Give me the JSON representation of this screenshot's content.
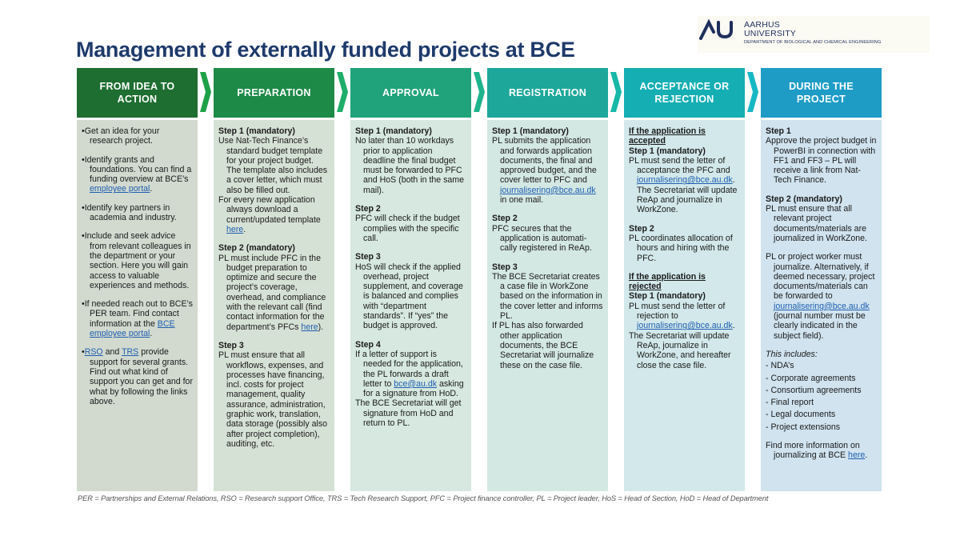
{
  "logo": {
    "name": "AARHUS\nUNIVERSITY",
    "department": "DEPARTMENT OF BIOLOGICAL AND CHEMICAL ENGINEERING"
  },
  "title": "Management of externally funded projects at BCE",
  "colors": {
    "title": "#1e3a6b",
    "header_1": "#1e6e31",
    "header_2": "#1e8a48",
    "header_3": "#20a27a",
    "header_4": "#1da79a",
    "header_5": "#15aeb3",
    "header_6": "#1e9cc6",
    "body_1": "#d2dad0",
    "body_2": "#d6e1d5",
    "body_3": "#d6e8df",
    "body_4": "#d4e8e3",
    "body_5": "#d2e8ea",
    "body_6": "#d0e3ef",
    "link": "#1f5fb0"
  },
  "columns": {
    "c1": {
      "header": "FROM IDEA TO ACTION",
      "b1": "•Get an idea for your research project.",
      "b2a": "•Identify grants and foundations. You can find a funding overview at BCE’s ",
      "b2link": "employee portal",
      "b2b": ".",
      "b3": "•Identify key partners in academia and industry.",
      "b4": "•Include and seek advice from relevant colleagues in the department or your section. Here you will gain access to valuable experiences and methods.",
      "b5a": "•If needed reach out to BCE’s PER team. Find contact information at the ",
      "b5link": "BCE employee portal",
      "b5b": ".",
      "b6bullet": "•",
      "b6link1": "RSO",
      "b6and": " and ",
      "b6link2": "TRS",
      "b6rest": " provide support for several grants. Find out what kind of support you can get and for what by following the links above."
    },
    "c2": {
      "header": "PREPARATION",
      "s1title": "Step 1 (mandatory)",
      "s1text": "Use Nat-Tech Finance’s standard budget template for your project budget. The template also includes a cover letter, which must also be filled out.",
      "s1text2a": "For every new application always download a current/updated template ",
      "s1link": "here",
      "s1text2b": ".",
      "s2title": "Step 2 (mandatory)",
      "s2texta": "PL must include PFC in the budget preparation to optimize and secure the project’s coverage, overhead, and compliance with the relevant call (find contact information for the department’s PFCs ",
      "s2link": "here",
      "s2textb": ").",
      "s3title": "Step 3",
      "s3text": "PL must ensure that all workflows, expenses, and processes have financing, incl. costs for project management, quality assurance, administration, graphic work, translation, data storage (possibly also after project completion), auditing, etc."
    },
    "c3": {
      "header": "APPROVAL",
      "s1title": "Step 1 (mandatory)",
      "s1text": "No later than 10 workdays prior to application deadline the final budget must be forwarded to PFC and HoS (both in the same mail).",
      "s2title": "Step 2",
      "s2text": "PFC will check if the budget complies with the specific call.",
      "s3title": "Step 3",
      "s3text": "HoS will check if the applied overhead, project supplement, and coverage is balanced and complies with “department standards”. If “yes” the budget is approved.",
      "s4title": "Step 4",
      "s4texta": "If a letter of support is needed for the application, the PL forwards a draft letter to ",
      "s4link": "bce@au.dk",
      "s4textb": " asking for a signature from HoD.",
      "s4text2": "The BCE Secretariat will get signature from HoD and return to PL."
    },
    "c4": {
      "header": "REGISTRATION",
      "s1title": "Step 1 (mandatory)",
      "s1texta": "PL submits the application and forwards application documents, the final and approved budget, and the cover letter to PFC and ",
      "s1link": "journalisering@bce.au.dk",
      "s1textb": " in one mail.",
      "s2title": "Step 2",
      "s2text": "PFC secures that the application is automati-cally registered in ReAp.",
      "s3title": "Step 3",
      "s3text": "The BCE Secretariat creates a case file in WorkZone based on the information in the cover letter and informs PL.",
      "s3text2": "If PL has also forwarded other application documents, the BCE Secretariat will journalize these on the case file."
    },
    "c5": {
      "header": "ACCEPTANCE OR REJECTION",
      "acc": "If the application is accepted",
      "s1title": "Step 1 (mandatory)",
      "s1texta": "PL must send the letter of acceptance the PFC and ",
      "s1link": "journalisering@bce.au.dk",
      "s1textb": ". The Secretariat will update ReAp and journalize in WorkZone.",
      "s2title": "Step 2",
      "s2text": "PL coordinates allocation of hours and hiring with the PFC.",
      "rej": "If the application is rejected",
      "r1title": "Step 1 (mandatory)",
      "r1texta": "PL must send the letter of rejection to ",
      "r1link": "journalisering@bce.au.dk",
      "r1textb": ".",
      "r1text2": "The Secretariat will update ReAp, journalize in WorkZone, and hereafter close the case file."
    },
    "c6": {
      "header": "DURING THE PROJECT",
      "s1title": "Step 1",
      "s1text": "Approve the project budget in PowerBI in connection with FF1 and FF3 – PL will receive a link from Nat-Tech Finance.",
      "s2title": "Step 2 (mandatory)",
      "s2text": "PL must ensure that all relevant project documents/materials are journalized in WorkZone.",
      "s3texta": "PL or project worker must journalize. Alternatively, if deemed necessary, project documents/materials can be forwarded to ",
      "s3link": "journalisering@bce.au.dk",
      "s3textb": " (journal number must be clearly indicated in the subject field).",
      "includes": "This includes:",
      "list": [
        "- NDA’s",
        "- Corporate agreements",
        "- Consortium agreements",
        "- Final report",
        "- Legal documents",
        "- Project extensions"
      ],
      "moretexta": "Find more information on journalizing at BCE ",
      "morelink": "here",
      "moretextb": "."
    }
  },
  "footnote": "PER = Partnerships and External Relations, RSO = Research support Office, TRS = Tech Research Support, PFC = Project finance controller, PL = Project leader, HoS = Head of Section, HoD = Head of Department"
}
